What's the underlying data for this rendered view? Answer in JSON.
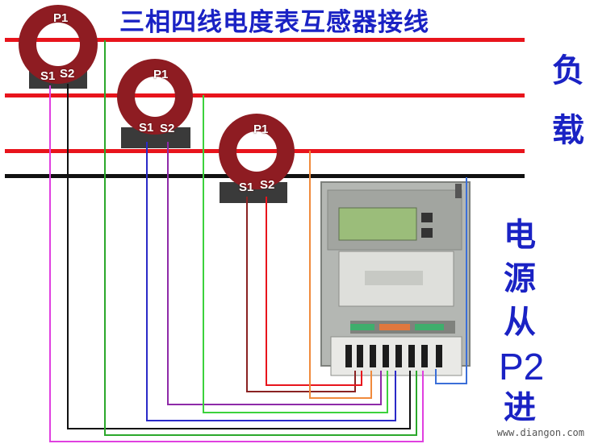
{
  "title": "三相四线电度表互感器接线",
  "right_labels": {
    "load": [
      "负",
      "载"
    ],
    "source": [
      "电",
      "源",
      "从",
      "P2",
      "进"
    ]
  },
  "transformers": [
    {
      "p": "P1",
      "s1": "S1",
      "s2": "S2"
    },
    {
      "p": "P1",
      "s1": "S1",
      "s2": "S2"
    },
    {
      "p": "P1",
      "s1": "S1",
      "s2": "S2"
    }
  ],
  "watermark": "www.diangon.com",
  "colors": {
    "title": "#1a22c4",
    "phase_line": "#e8141c",
    "neutral_line": "#111111",
    "ct_body": "#8e1c22",
    "meter_body": "#a9aca8",
    "lcd": "#9bbd7a"
  }
}
